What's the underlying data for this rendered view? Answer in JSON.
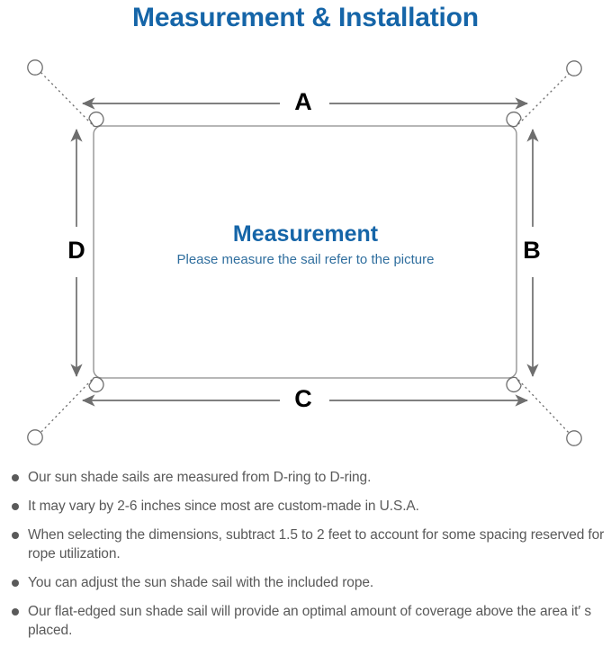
{
  "header": {
    "title": "Measurement & Installation",
    "title_color": "#1565a8"
  },
  "diagram": {
    "name": "sun-shade-sail-measurement-diagram",
    "sail": {
      "heading": "Measurement",
      "heading_color": "#1565a8",
      "subtitle": "Please measure the sail refer to the picture",
      "subtitle_color": "#2f6e9e",
      "outline_color": "#8c8c8c",
      "fill_color": "#ffffff"
    },
    "dimension_labels": [
      {
        "id": "A",
        "label": "A",
        "edge": "top",
        "orientation": "horizontal"
      },
      {
        "id": "B",
        "label": "B",
        "edge": "right",
        "orientation": "vertical"
      },
      {
        "id": "C",
        "label": "C",
        "edge": "bottom",
        "orientation": "horizontal"
      },
      {
        "id": "D",
        "label": "D",
        "edge": "left",
        "orientation": "vertical"
      }
    ],
    "arrow_color": "#6e6e6e",
    "anchor_points": [
      {
        "id": "top-left",
        "shape": "circle"
      },
      {
        "id": "top-right",
        "shape": "circle"
      },
      {
        "id": "bottom-left",
        "shape": "circle"
      },
      {
        "id": "bottom-right",
        "shape": "circle"
      }
    ],
    "d_rings": [
      {
        "id": "d-ring-top-left"
      },
      {
        "id": "d-ring-top-right"
      },
      {
        "id": "d-ring-bottom-left"
      },
      {
        "id": "d-ring-bottom-right"
      }
    ],
    "rope_line_style": "dotted"
  },
  "notes": [
    "Our sun shade sails are measured from D-ring to D-ring.",
    "It may vary by 2-6 inches since most are custom-made in U.S.A.",
    "When selecting the dimensions, subtract 1.5 to 2 feet to account for some spacing reserved for rope utilization.",
    "You can adjust the sun shade sail with the included rope.",
    "You can adjust the sun shade sail with the included rope.",
    "Our flat-edged sun shade sail will provide an optimal amount of coverage above the area it′ s placed."
  ],
  "notes_list": [
    {
      "text": "Our sun shade sails are measured from D-ring to D-ring."
    },
    {
      "text": "It may vary by 2-6 inches since most are custom-made in U.S.A."
    },
    {
      "text": "When selecting the dimensions, subtract 1.5 to 2 feet to account for some spacing reserved for rope utilization."
    },
    {
      "text": "You can adjust the sun shade sail with the included rope."
    },
    {
      "text": "Our flat-edged sun shade sail will provide an optimal amount of coverage above the area it′ s placed."
    }
  ],
  "colors": {
    "brand_blue": "#1565a8",
    "subtitle_blue": "#2f6e9e",
    "line_gray": "#6e6e6e",
    "sail_gray": "#8c8c8c",
    "text_gray": "#595959",
    "label_black": "#000000",
    "background": "#ffffff"
  }
}
